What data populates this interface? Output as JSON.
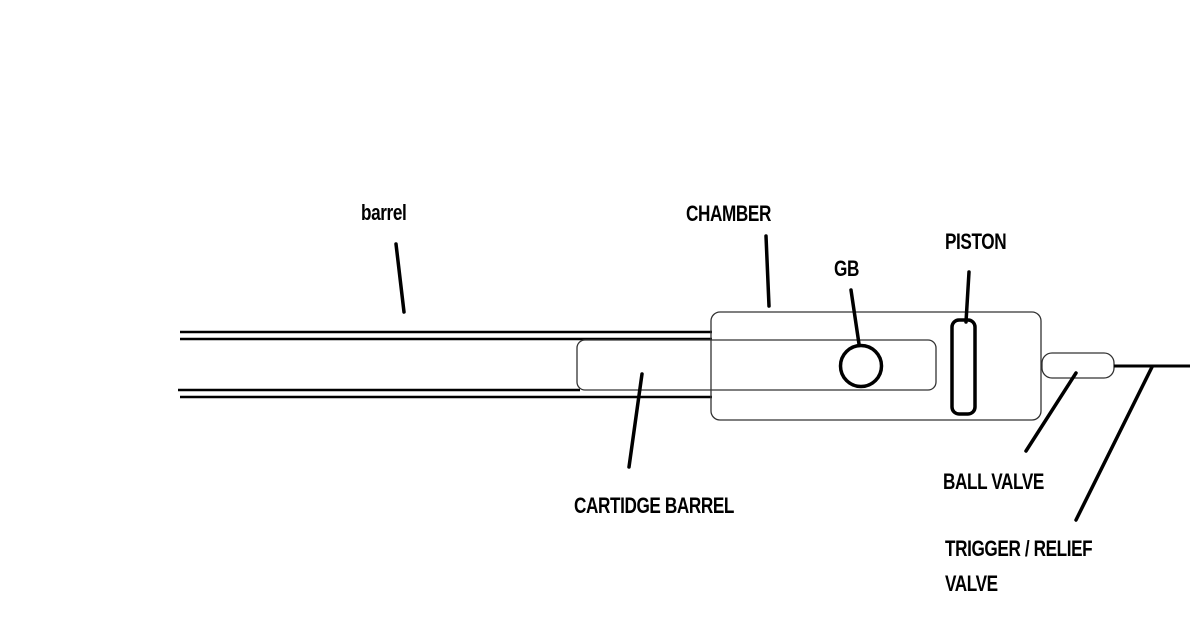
{
  "labels": {
    "barrel": "barrel",
    "chamber": "CHAMBER",
    "gb": "GB",
    "piston": "PISTON",
    "cartridge_barrel": "CARTIDGE BARREL",
    "ball_valve": "BALL VALVE",
    "trigger_relief_valve_line1": "TRIGGER / RELIEF",
    "trigger_relief_valve_line2": "VALVE"
  },
  "colors": {
    "ink": "#000000",
    "outline": "#333333",
    "background": "#ffffff"
  }
}
